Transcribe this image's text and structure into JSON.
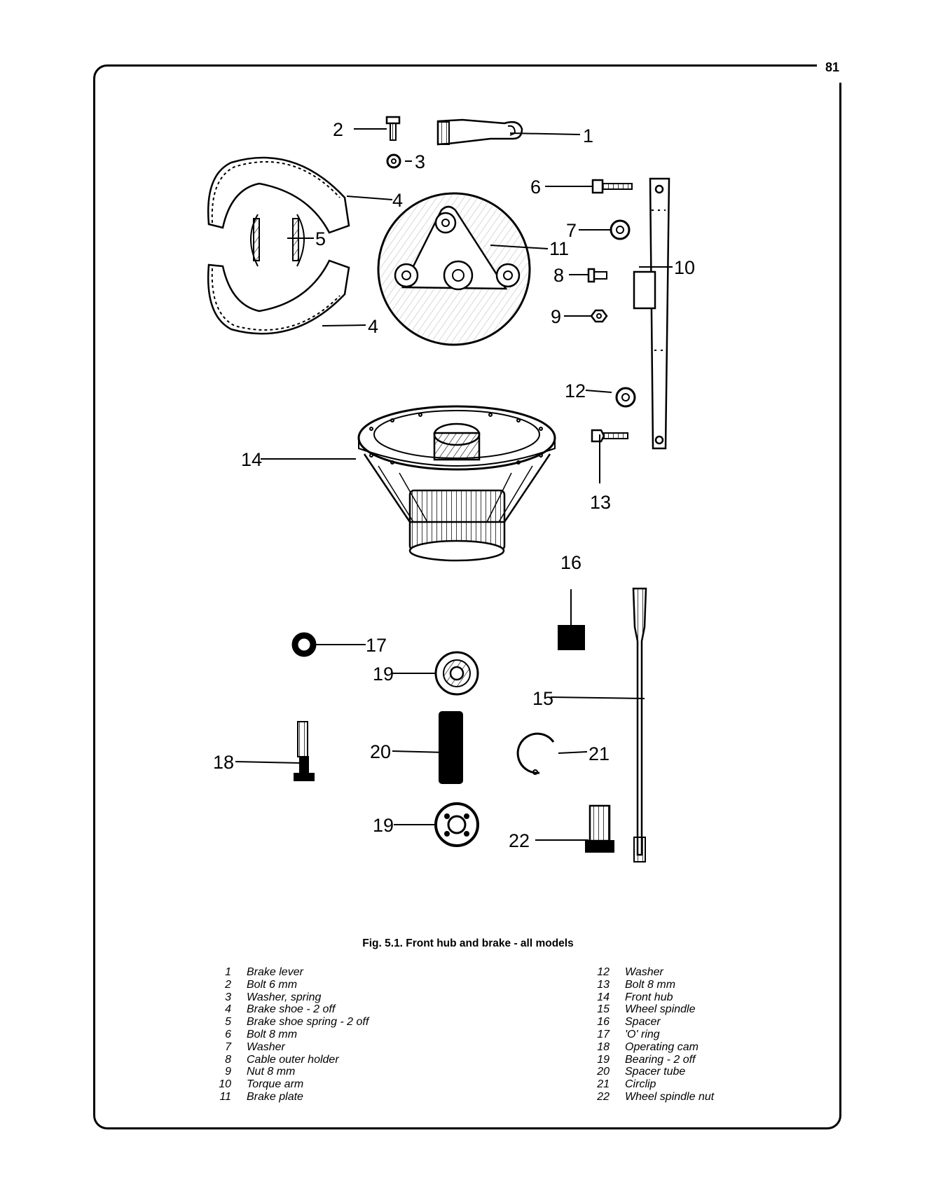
{
  "page_number": "81",
  "caption": "Fig. 5.1. Front hub and brake - all models",
  "callouts": [
    "1",
    "2",
    "3",
    "4",
    "4",
    "5",
    "6",
    "7",
    "8",
    "9",
    "10",
    "11",
    "12",
    "13",
    "14",
    "15",
    "16",
    "17",
    "18",
    "19",
    "19",
    "20",
    "21",
    "22"
  ],
  "parts_left": [
    {
      "num": "1",
      "label": "Brake lever"
    },
    {
      "num": "2",
      "label": "Bolt 6 mm"
    },
    {
      "num": "3",
      "label": "Washer, spring"
    },
    {
      "num": "4",
      "label": "Brake shoe - 2 off"
    },
    {
      "num": "5",
      "label": "Brake shoe spring - 2 off"
    },
    {
      "num": "6",
      "label": "Bolt 8 mm"
    },
    {
      "num": "7",
      "label": "Washer"
    },
    {
      "num": "8",
      "label": "Cable outer holder"
    },
    {
      "num": "9",
      "label": "Nut 8 mm"
    },
    {
      "num": "10",
      "label": "Torque arm"
    },
    {
      "num": "11",
      "label": "Brake plate"
    }
  ],
  "parts_right": [
    {
      "num": "12",
      "label": "Washer"
    },
    {
      "num": "13",
      "label": "Bolt 8 mm"
    },
    {
      "num": "14",
      "label": "Front hub"
    },
    {
      "num": "15",
      "label": "Wheel spindle"
    },
    {
      "num": "16",
      "label": "Spacer"
    },
    {
      "num": "17",
      "label": "'O' ring"
    },
    {
      "num": "18",
      "label": "Operating cam"
    },
    {
      "num": "19",
      "label": "Bearing - 2 off"
    },
    {
      "num": "20",
      "label": "Spacer tube"
    },
    {
      "num": "21",
      "label": "Circlip"
    },
    {
      "num": "22",
      "label": "Wheel spindle nut"
    }
  ]
}
